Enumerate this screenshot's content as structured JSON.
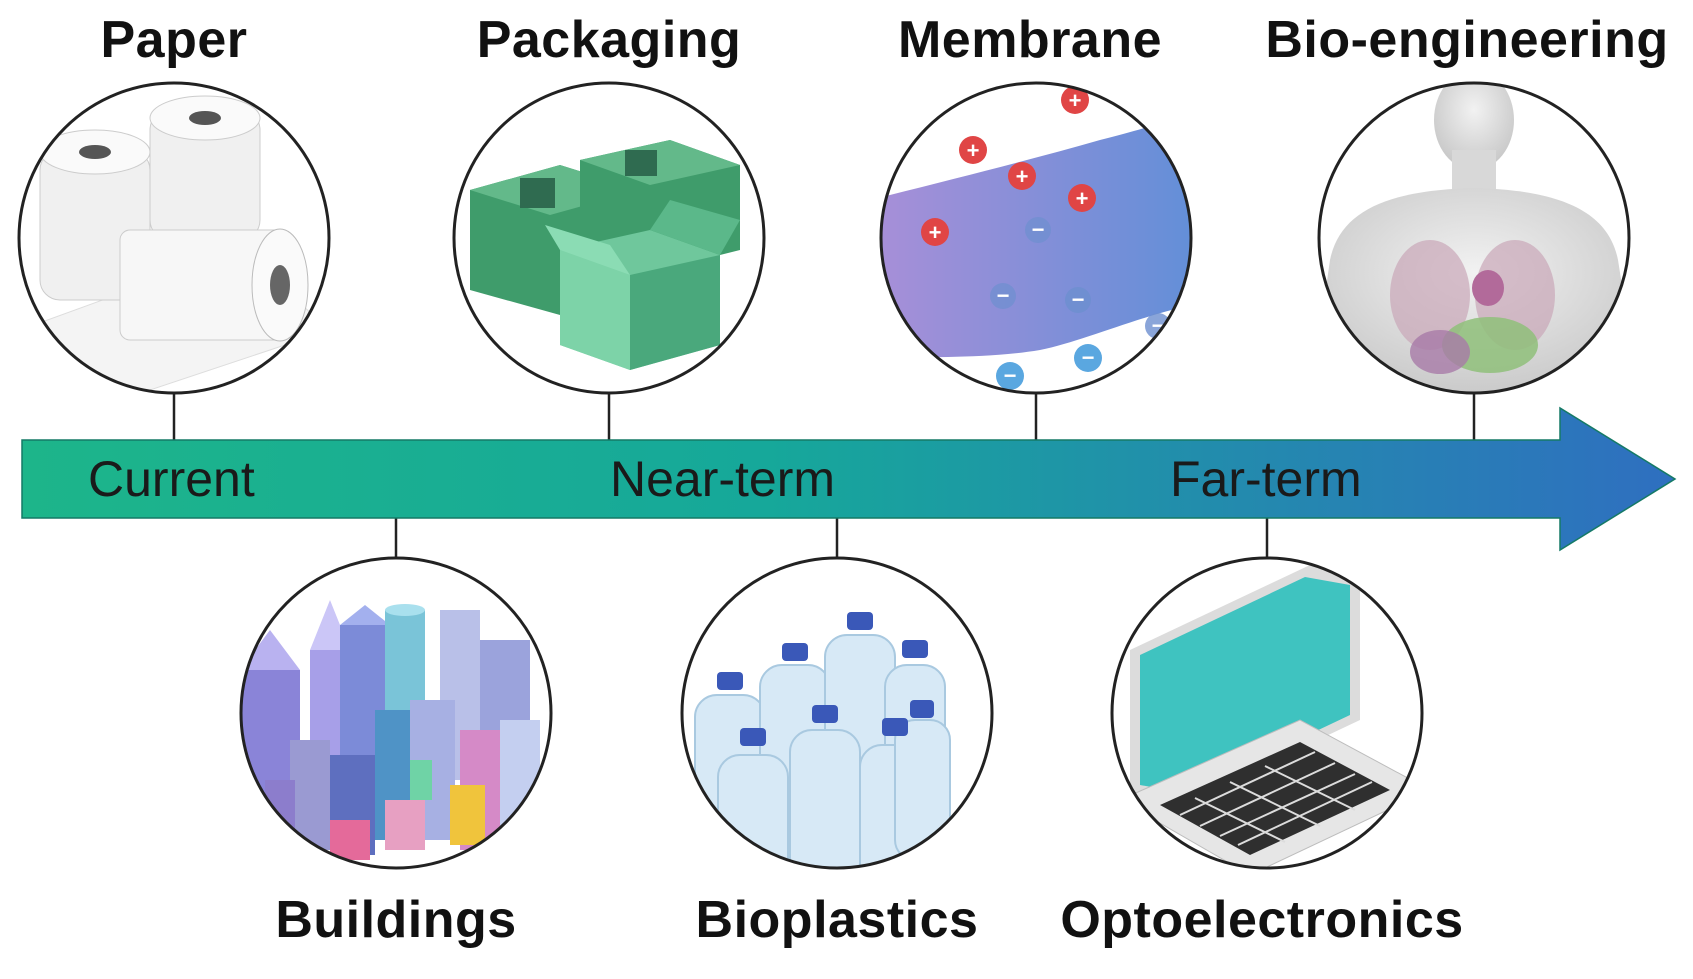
{
  "timeline": {
    "stages": [
      "Current",
      "Near-term",
      "Far-term"
    ],
    "colors": {
      "arrow_start": "#1db58a",
      "arrow_end": "#2f6fc0"
    }
  },
  "applications_top": [
    {
      "label": "Paper",
      "icon": "paper-roll-icon"
    },
    {
      "label": "Packaging",
      "icon": "cardboard-box-icon"
    },
    {
      "label": "Membrane",
      "icon": "ion-membrane-icon"
    },
    {
      "label": "Bio-engineering",
      "icon": "human-torso-icon"
    }
  ],
  "applications_bottom": [
    {
      "label": "Buildings",
      "icon": "city-buildings-icon"
    },
    {
      "label": "Bioplastics",
      "icon": "plastic-bottles-icon"
    },
    {
      "label": "Optoelectronics",
      "icon": "laptop-icon"
    }
  ]
}
